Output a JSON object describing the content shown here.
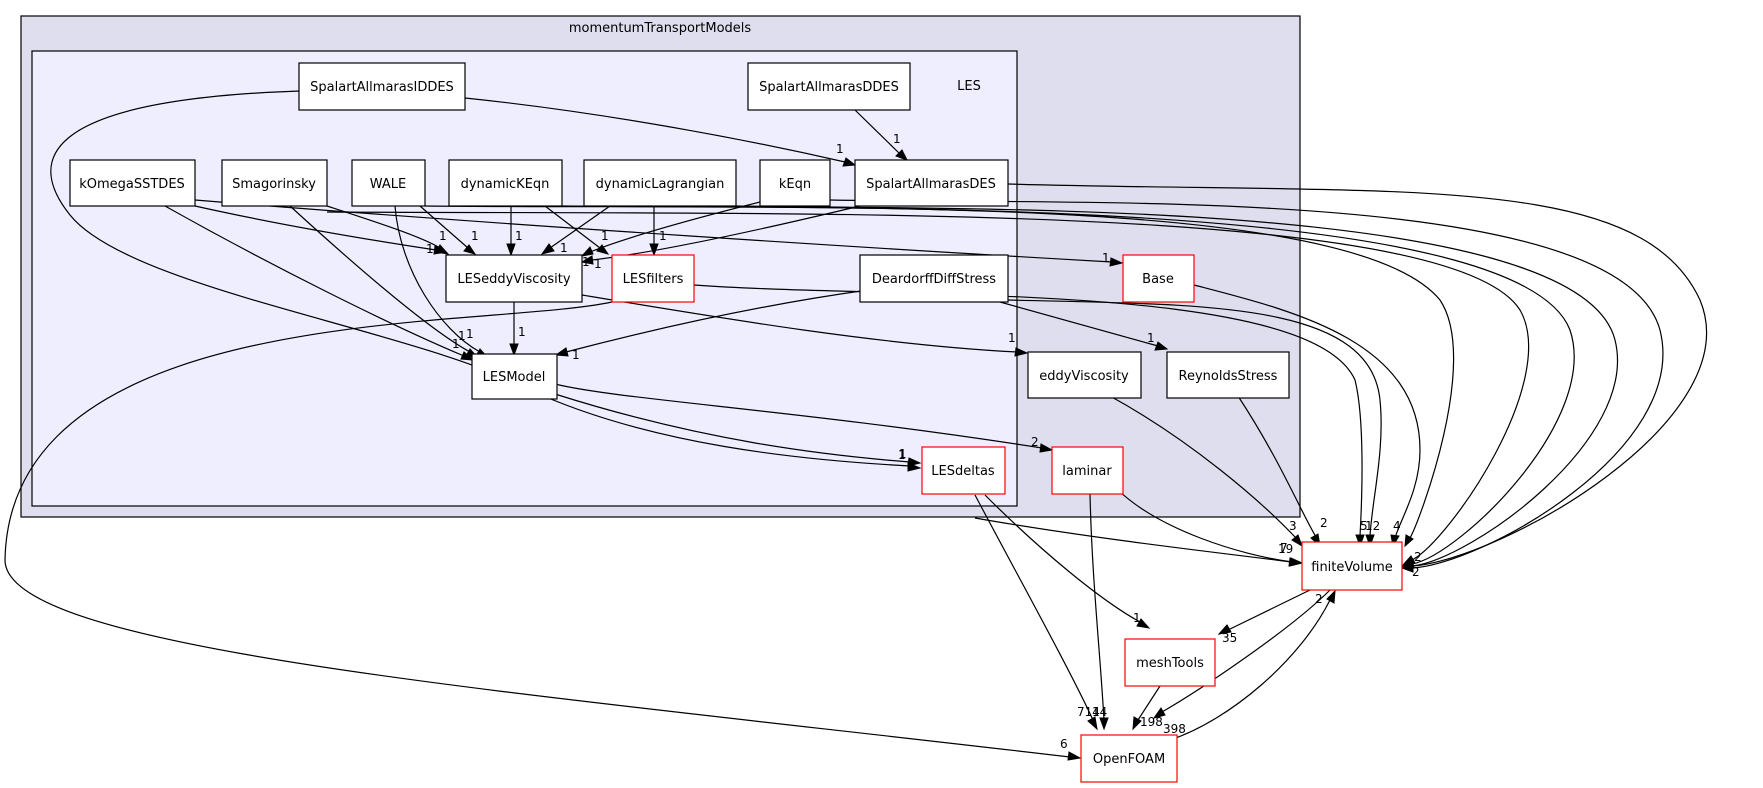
{
  "colors": {
    "outer_fill": "#dedeee",
    "inner_fill": "#eeeeff",
    "node_fill": "#ffffff",
    "node_stroke": "#000000",
    "red_stroke": "#ff0000",
    "edge": "#000000"
  },
  "clusters": {
    "outer": "momentumTransportModels",
    "inner": "LES"
  },
  "nodes": {
    "SpalartAllmarasIDDES": "SpalartAllmarasIDDES",
    "SpalartAllmarasDDES": "SpalartAllmarasDDES",
    "SpalartAllmarasDES": "SpalartAllmarasDES",
    "kOmegaSSTDES": "kOmegaSSTDES",
    "Smagorinsky": "Smagorinsky",
    "WALE": "WALE",
    "dynamicKEqn": "dynamicKEqn",
    "dynamicLagrangian": "dynamicLagrangian",
    "kEqn": "kEqn",
    "LESeddyViscosity": "LESeddyViscosity",
    "LESfilters": "LESfilters",
    "DeardorffDiffStress": "DeardorffDiffStress",
    "LESModel": "LESModel",
    "LESdeltas": "LESdeltas",
    "Base": "Base",
    "eddyViscosity": "eddyViscosity",
    "ReynoldsStress": "ReynoldsStress",
    "laminar": "laminar",
    "finiteVolume": "finiteVolume",
    "meshTools": "meshTools",
    "OpenFOAM": "OpenFOAM"
  },
  "edge_labels": {
    "iddes_des": "1",
    "ddes_des": "1",
    "iddes_deltas": "1",
    "komega_eddy": "1",
    "smag_eddy": "1",
    "wale_eddy": "1",
    "dynk_eddy": "1",
    "dynl_eddy": "1",
    "keqn_eddy": "1",
    "des_eddy": "1",
    "dynk_filters": "1",
    "dynl_filters": "1",
    "komega_model": "1",
    "smag_model": "1",
    "wale_model": "1",
    "eddy_model": "1",
    "dds_model": "1",
    "komega_base": "1",
    "eddy_eddyvisc": "1",
    "dds_reynolds": "1",
    "model_deltas": "1",
    "model_laminar": "2",
    "filters_openfoam": "6",
    "eddyvisc_fv": "3",
    "reynolds_fv": "2",
    "filters_fv": "5",
    "dds_fv": "12",
    "base_fv": "4",
    "des_fv": "2",
    "deltas_fv": "19",
    "laminar_fv": "7",
    "fv_right_stack": "2",
    "fv_meshtools": "35",
    "fv_openfoam": "398",
    "openfoam_fv": "2",
    "deltas_meshtools": "1",
    "deltas_openfoam": "714",
    "meshtools_openfoam": "198",
    "laminar_openfoam": "14"
  }
}
